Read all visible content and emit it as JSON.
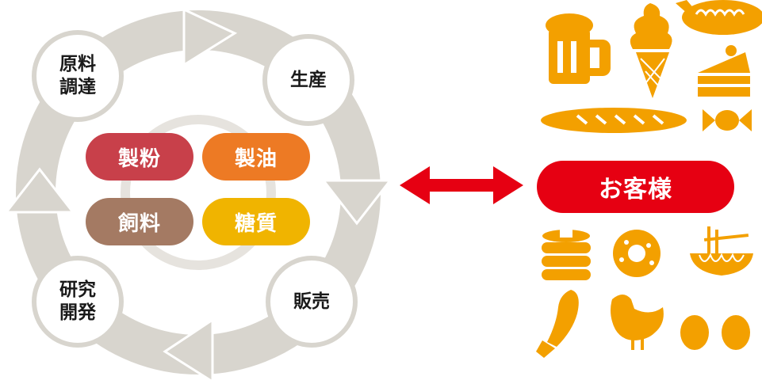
{
  "cycle": {
    "stages": {
      "procurement": "原料\n調達",
      "production": "生産",
      "sales": "販売",
      "research": "研究\n開発"
    },
    "businesses": {
      "flour": "製粉",
      "oil": "製油",
      "feed": "飼料",
      "sugar": "糖質"
    }
  },
  "customer": {
    "label": "お客様"
  },
  "colors": {
    "ring": "#d8d5ce",
    "flour": "#c8404a",
    "oil": "#ed7a24",
    "feed": "#a47a63",
    "sugar": "#f0b400",
    "customer": "#e60012",
    "icon": "#f3a000",
    "arrow": "#e60012"
  },
  "icons": [
    "beer-mug-icon",
    "soft-serve-icon",
    "okonomiyaki-icon",
    "cake-slice-icon",
    "baguette-icon",
    "candy-icon",
    "pancakes-icon",
    "donut-icon",
    "noodle-bowl-icon",
    "fried-shrimp-icon",
    "chicken-icon",
    "eggs-icon"
  ]
}
